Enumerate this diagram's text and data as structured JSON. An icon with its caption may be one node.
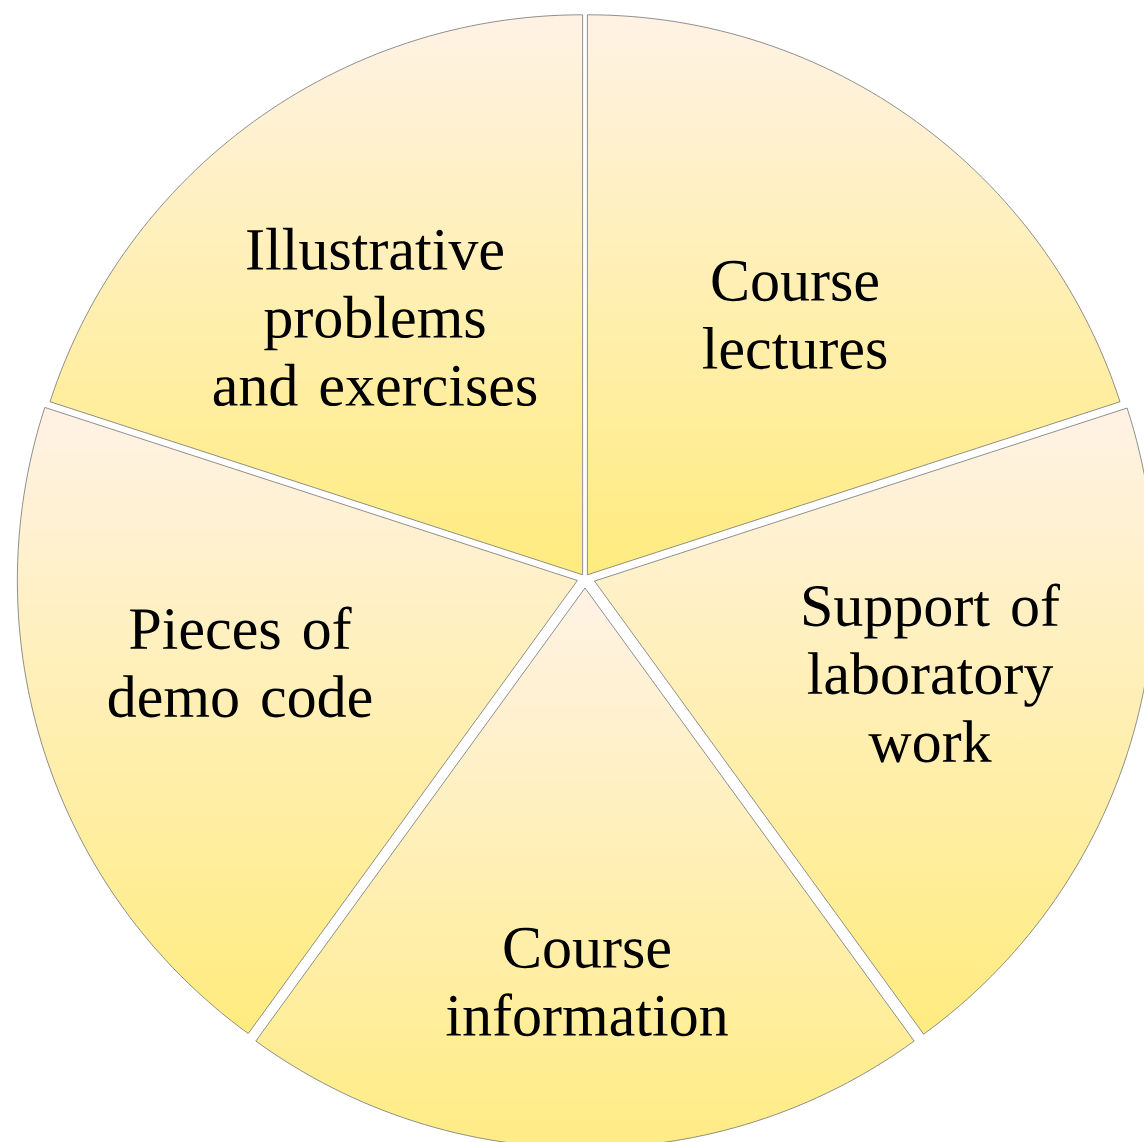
{
  "diagram": {
    "nodes": [
      {
        "text": [
          "Illustrative problems and exercises"
        ]
      },
      {
        "text": [
          "Course lectures"
        ]
      },
      {
        "text": [
          "Pieces of demo code"
        ]
      },
      {
        "text": [
          "Support of laboratory work"
        ]
      },
      {
        "text": [
          "Course information"
        ]
      }
    ]
  }
}
